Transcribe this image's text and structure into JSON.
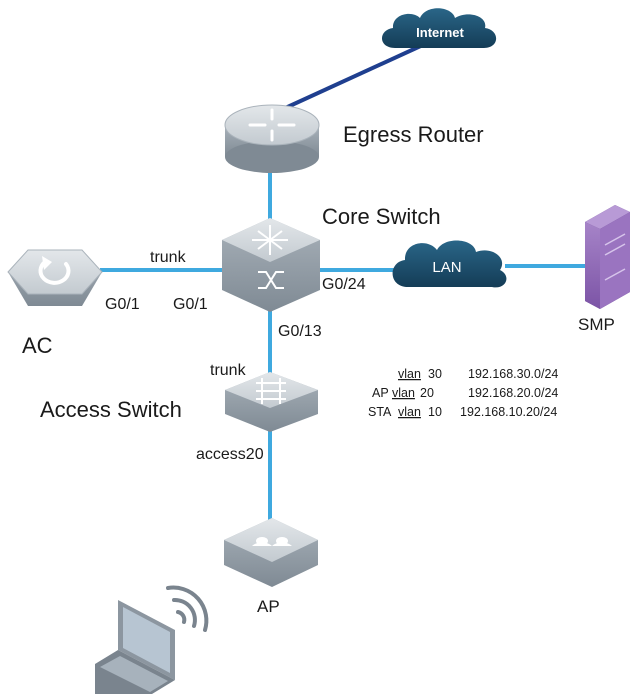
{
  "labels": {
    "internet": "Internet",
    "egress_router": "Egress Router",
    "core_switch": "Core Switch",
    "lan": "LAN",
    "smp": "SMP",
    "ac": "AC",
    "access_switch": "Access Switch",
    "ap": "AP"
  },
  "links": {
    "ac_trunk": "trunk",
    "ac_port": "G0/1",
    "core_ac_port": "G0/1",
    "core_lan_port": "G0/24",
    "core_access_port": "G0/13",
    "access_uplink": "trunk",
    "access_downlink": "access20"
  },
  "vlans": [
    {
      "prefix": "",
      "vlan": "vlan",
      "id": "30",
      "subnet": "192.168.30.0/24"
    },
    {
      "prefix": "AP",
      "vlan": "vlan",
      "id": "20",
      "subnet": "192.168.20.0/24"
    },
    {
      "prefix": "STA",
      "vlan": "vlan",
      "id": "10",
      "subnet": "192.168.10.20/24"
    }
  ],
  "colors": {
    "link_blue": "#3fa9df",
    "internet_link": "#1f3f8f",
    "device_body": "#b9c1c9",
    "cloud": "#1e4f6f",
    "smp": "#8c64b4"
  }
}
